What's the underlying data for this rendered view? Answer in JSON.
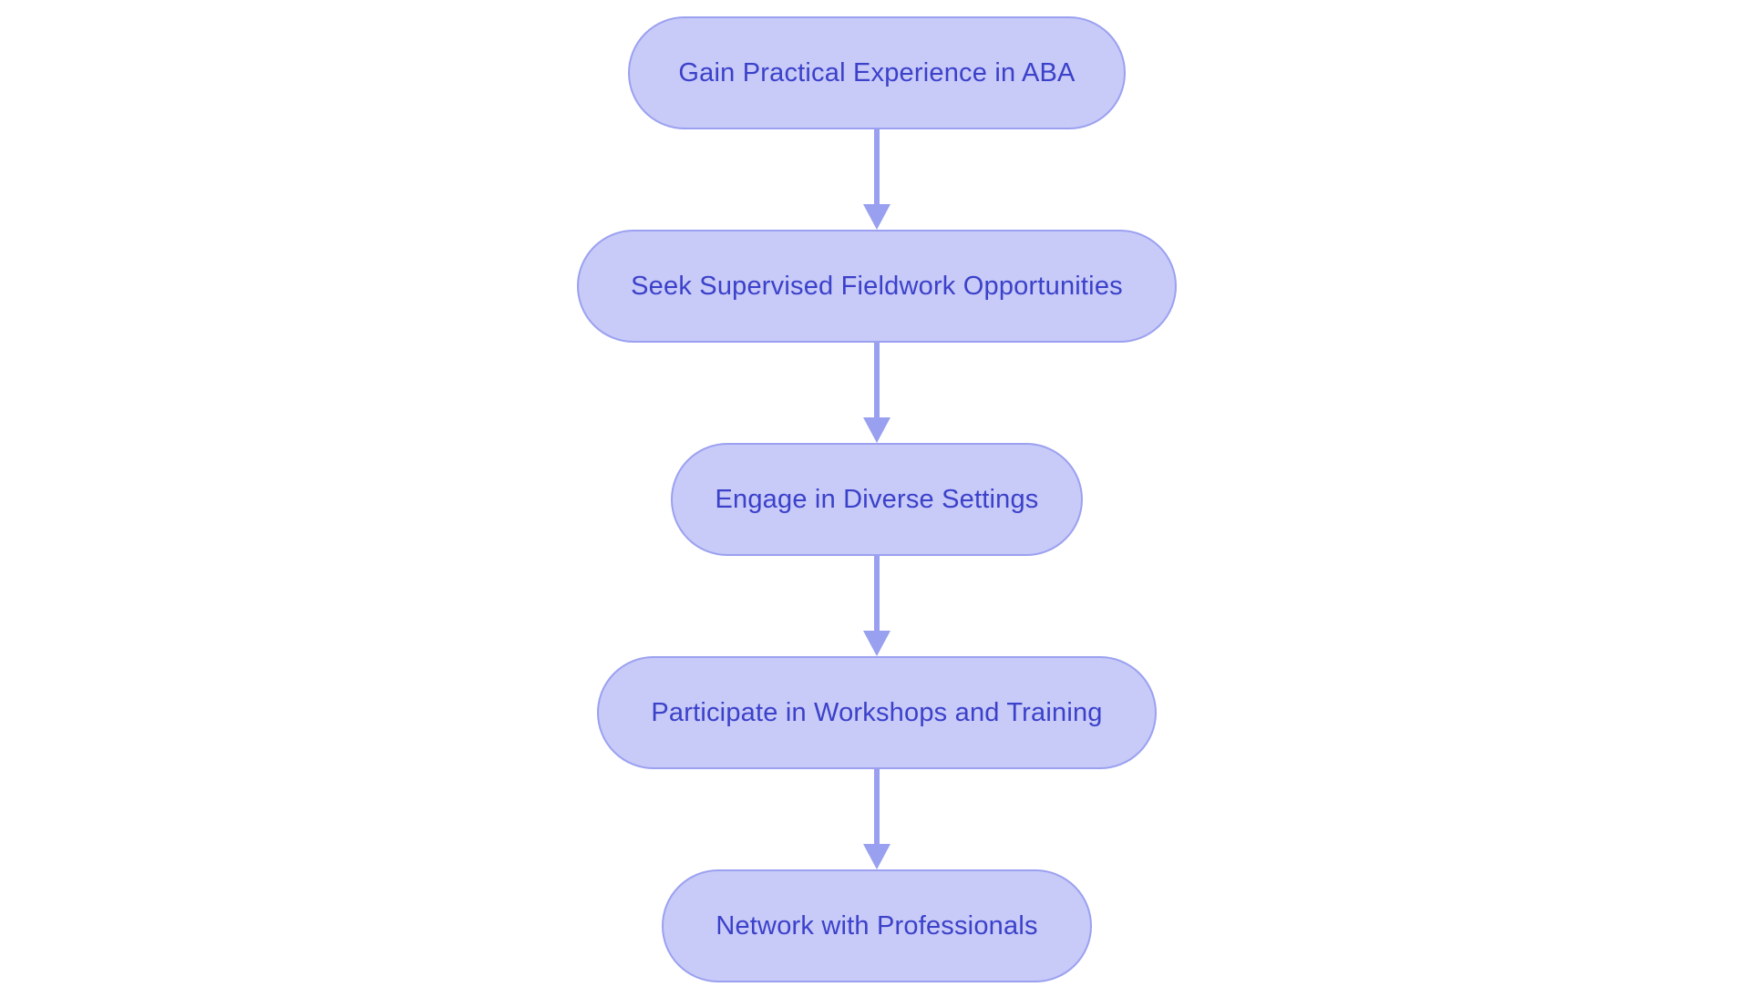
{
  "diagram": {
    "type": "flowchart",
    "direction": "top-down",
    "background_color": "#ffffff",
    "node_fill_color": "#c8caf8",
    "node_border_color": "#9ba1f0",
    "node_text_color": "#3b41c9",
    "arrow_color": "#98a0ef",
    "nodes": [
      {
        "id": 1,
        "label": "Gain Practical Experience in ABA"
      },
      {
        "id": 2,
        "label": "Seek Supervised Fieldwork Opportunities"
      },
      {
        "id": 3,
        "label": "Engage in Diverse Settings"
      },
      {
        "id": 4,
        "label": "Participate in Workshops and Training"
      },
      {
        "id": 5,
        "label": "Network with Professionals"
      }
    ],
    "connections": [
      {
        "from": 1,
        "to": 2
      },
      {
        "from": 2,
        "to": 3
      },
      {
        "from": 3,
        "to": 4
      },
      {
        "from": 4,
        "to": 5
      }
    ]
  }
}
